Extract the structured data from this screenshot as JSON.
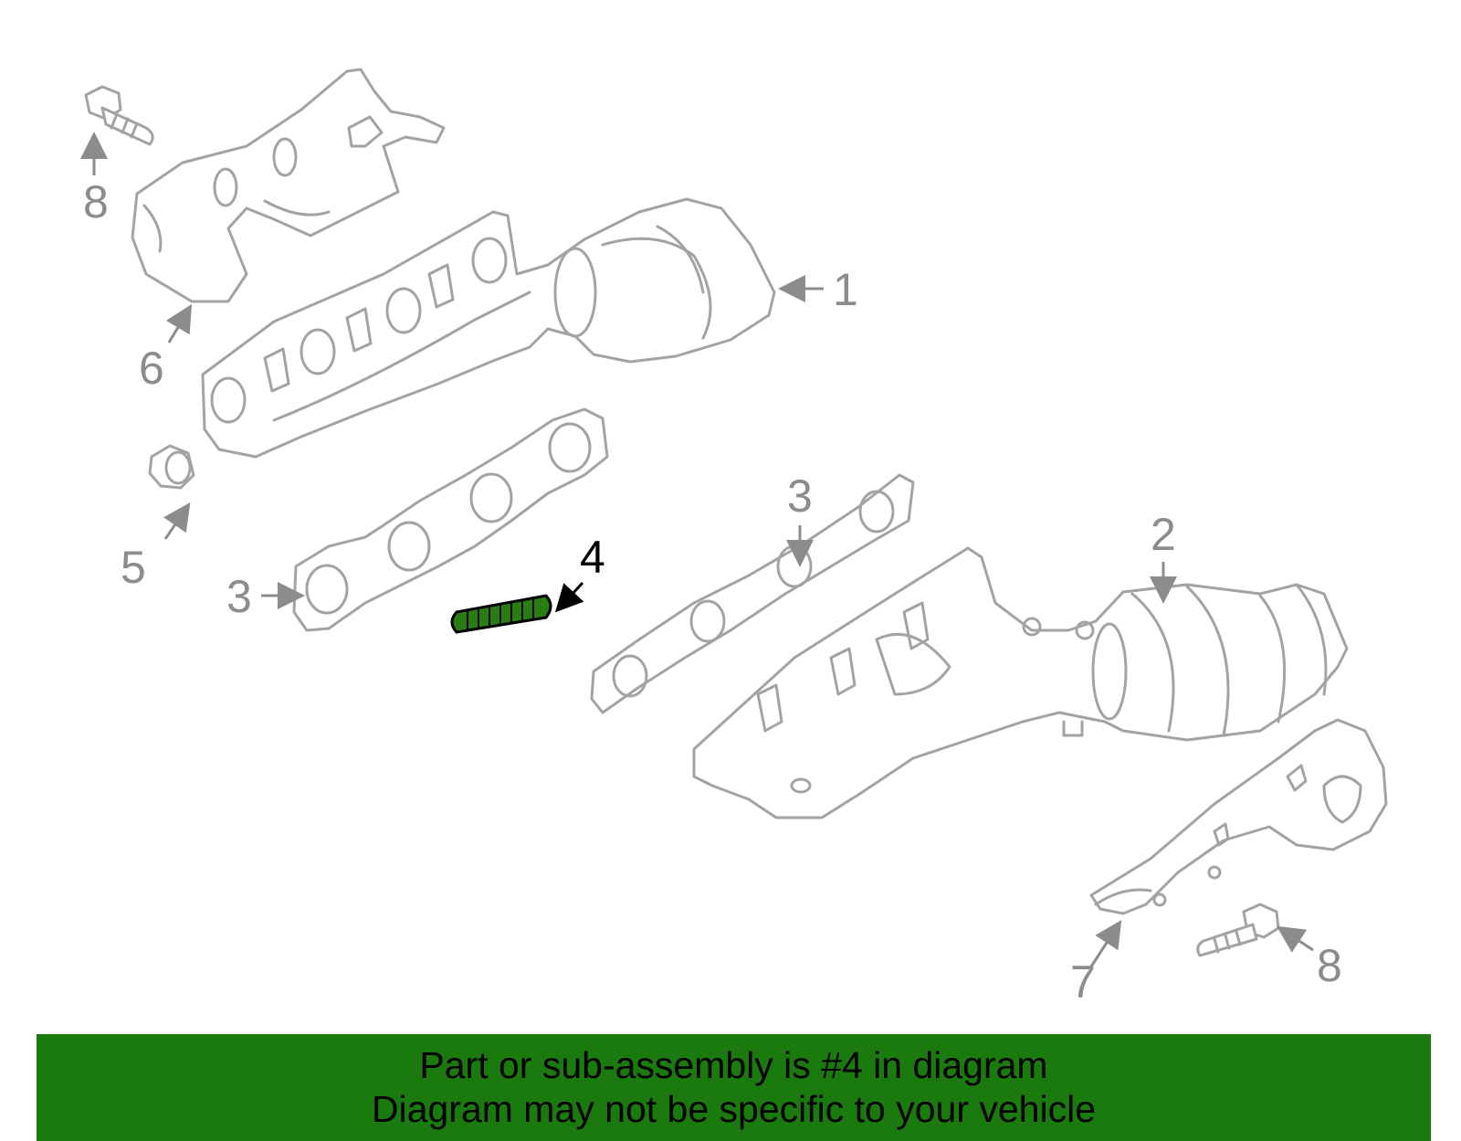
{
  "diagram": {
    "callouts": [
      "1",
      "2",
      "3",
      "3",
      "4",
      "5",
      "6",
      "7",
      "8",
      "8"
    ],
    "highlighted_part": "4",
    "highlight_color": "#2a7d12",
    "line_color": "#a3a3a3",
    "label_color": "#8c8c8c"
  },
  "banner": {
    "line1": "Part or sub-assembly is #4 in diagram",
    "line2": "Diagram may not be specific to your vehicle",
    "background": "#1a7a0e"
  }
}
